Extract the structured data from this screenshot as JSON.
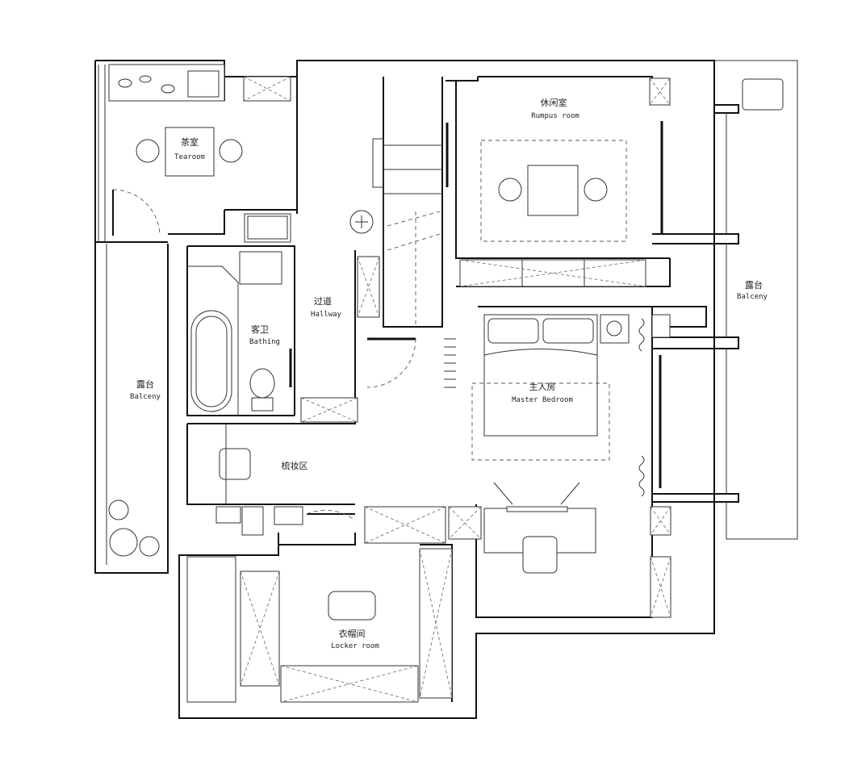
{
  "rooms": {
    "tearoom": {
      "cn": "茶室",
      "en": "Tearoom"
    },
    "rumpus": {
      "cn": "休闲室",
      "en": "Rumpus room"
    },
    "hallway": {
      "cn": "过道",
      "en": "Hallway"
    },
    "bathing": {
      "cn": "客卫",
      "en": "Bathing"
    },
    "balcony_left": {
      "cn": "露台",
      "en": "Balceny"
    },
    "balcony_right": {
      "cn": "露台",
      "en": "Balceny"
    },
    "master_bedroom": {
      "cn": "主人房",
      "en": "Master Bedroom"
    },
    "dressing": {
      "cn": "梳妆区"
    },
    "locker": {
      "cn": "衣帽间",
      "en": "Locker room"
    }
  }
}
